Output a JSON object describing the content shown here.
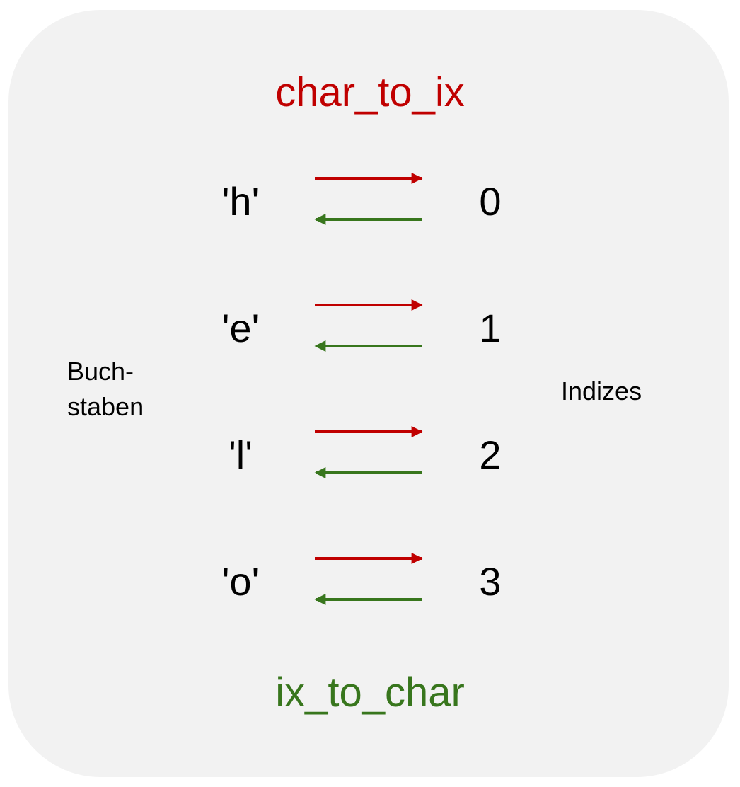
{
  "diagram": {
    "title_top": "char_to_ix",
    "title_bottom": "ix_to_char",
    "left_label_line1": "Buch-",
    "left_label_line2": "staben",
    "right_label": "Indizes",
    "colors": {
      "forward": "#c00000",
      "backward": "#38761d",
      "panel": "#f2f2f2"
    },
    "rows": [
      {
        "char": "'h'",
        "index": "0"
      },
      {
        "char": "'e'",
        "index": "1"
      },
      {
        "char": "'l'",
        "index": "2"
      },
      {
        "char": "'o'",
        "index": "3"
      }
    ]
  }
}
